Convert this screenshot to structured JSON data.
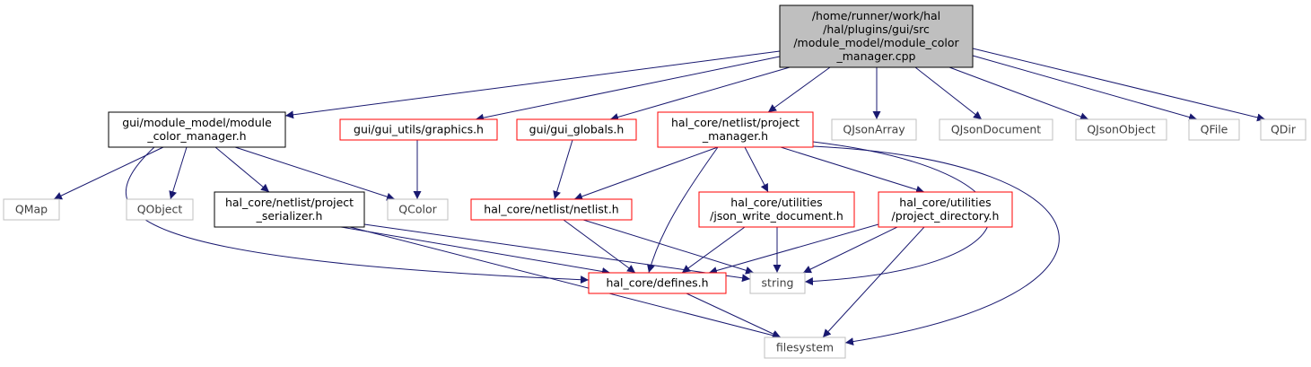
{
  "colors": {
    "edge": "#191970",
    "root_fill": "#bfbfbf",
    "border_black": "#000000",
    "border_red": "#ff0000",
    "border_gray": "#bfbfbf",
    "text": "#000000",
    "text_gray": "#404040"
  },
  "nodes": {
    "root": {
      "lines": [
        "/home/runner/work/hal",
        "/hal/plugins/gui/src",
        "/module_model/module_color",
        "_manager.cpp"
      ],
      "style": "root"
    },
    "module_color_manager_h": {
      "lines": [
        "gui/module_model/module",
        "_color_manager.h"
      ],
      "style": "black"
    },
    "graphics_h": {
      "lines": [
        "gui/gui_utils/graphics.h"
      ],
      "style": "red"
    },
    "gui_globals_h": {
      "lines": [
        "gui/gui_globals.h"
      ],
      "style": "red"
    },
    "project_manager_h": {
      "lines": [
        "hal_core/netlist/project",
        "_manager.h"
      ],
      "style": "red"
    },
    "qjsonarray": {
      "lines": [
        "QJsonArray"
      ],
      "style": "gray"
    },
    "qjsondocument": {
      "lines": [
        "QJsonDocument"
      ],
      "style": "gray"
    },
    "qjsonobject": {
      "lines": [
        "QJsonObject"
      ],
      "style": "gray"
    },
    "qfile": {
      "lines": [
        "QFile"
      ],
      "style": "gray"
    },
    "qdir": {
      "lines": [
        "QDir"
      ],
      "style": "gray"
    },
    "qmap": {
      "lines": [
        "QMap"
      ],
      "style": "gray"
    },
    "qobject": {
      "lines": [
        "QObject"
      ],
      "style": "gray"
    },
    "project_serializer_h": {
      "lines": [
        "hal_core/netlist/project",
        "_serializer.h"
      ],
      "style": "black"
    },
    "qcolor": {
      "lines": [
        "QColor"
      ],
      "style": "gray"
    },
    "netlist_h": {
      "lines": [
        "hal_core/netlist/netlist.h"
      ],
      "style": "red"
    },
    "json_write_document_h": {
      "lines": [
        "hal_core/utilities",
        "/json_write_document.h"
      ],
      "style": "red"
    },
    "project_directory_h": {
      "lines": [
        "hal_core/utilities",
        "/project_directory.h"
      ],
      "style": "red"
    },
    "defines_h": {
      "lines": [
        "hal_core/defines.h"
      ],
      "style": "red"
    },
    "string": {
      "lines": [
        "string"
      ],
      "style": "gray"
    },
    "filesystem": {
      "lines": [
        "filesystem"
      ],
      "style": "gray"
    }
  },
  "edges": [
    [
      "root",
      "module_color_manager_h"
    ],
    [
      "root",
      "graphics_h"
    ],
    [
      "root",
      "gui_globals_h"
    ],
    [
      "root",
      "project_manager_h"
    ],
    [
      "root",
      "qjsonarray"
    ],
    [
      "root",
      "qjsondocument"
    ],
    [
      "root",
      "qjsonobject"
    ],
    [
      "root",
      "qfile"
    ],
    [
      "root",
      "qdir"
    ],
    [
      "module_color_manager_h",
      "qmap"
    ],
    [
      "module_color_manager_h",
      "qobject"
    ],
    [
      "module_color_manager_h",
      "project_serializer_h"
    ],
    [
      "module_color_manager_h",
      "qcolor"
    ],
    [
      "module_color_manager_h",
      "defines_h"
    ],
    [
      "graphics_h",
      "qcolor"
    ],
    [
      "gui_globals_h",
      "netlist_h"
    ],
    [
      "project_manager_h",
      "netlist_h"
    ],
    [
      "project_manager_h",
      "json_write_document_h"
    ],
    [
      "project_manager_h",
      "project_directory_h"
    ],
    [
      "project_manager_h",
      "defines_h"
    ],
    [
      "project_manager_h",
      "string"
    ],
    [
      "project_manager_h",
      "filesystem"
    ],
    [
      "project_serializer_h",
      "defines_h"
    ],
    [
      "project_serializer_h",
      "string"
    ],
    [
      "project_serializer_h",
      "filesystem"
    ],
    [
      "netlist_h",
      "defines_h"
    ],
    [
      "netlist_h",
      "string"
    ],
    [
      "json_write_document_h",
      "defines_h"
    ],
    [
      "json_write_document_h",
      "string"
    ],
    [
      "project_directory_h",
      "defines_h"
    ],
    [
      "project_directory_h",
      "string"
    ],
    [
      "project_directory_h",
      "filesystem"
    ],
    [
      "defines_h",
      "filesystem"
    ]
  ]
}
